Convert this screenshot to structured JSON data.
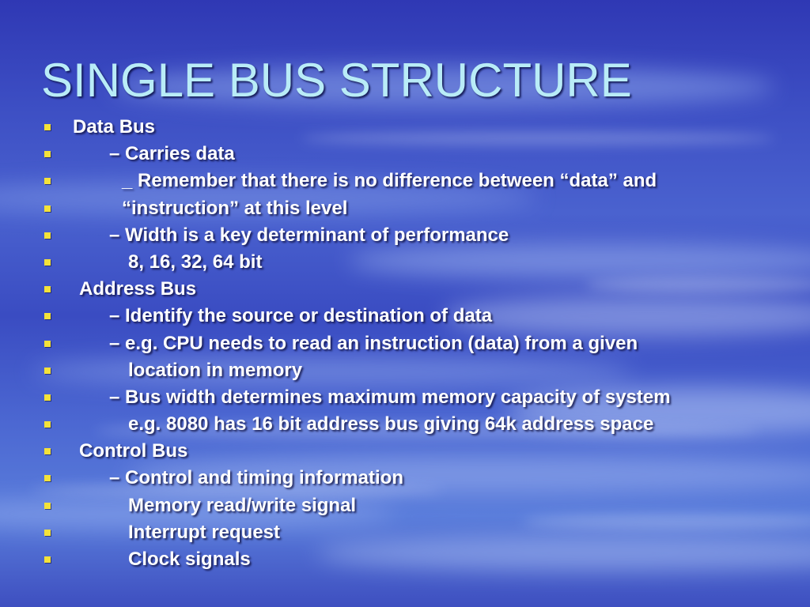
{
  "slide": {
    "title": "SINGLE BUS STRUCTURE",
    "bullet_color": "#f4e23a",
    "title_color": "#b9ecf7",
    "text_color": "#ffffff",
    "items": [
      {
        "text": "Data Bus"
      },
      {
        "text": "– Carries data"
      },
      {
        "text": "_ Remember that there is no difference between “data” and"
      },
      {
        "text": "“instruction” at this level"
      },
      {
        "text": "– Width is a key determinant of performance"
      },
      {
        "text": "8, 16, 32, 64 bit"
      },
      {
        "text": "Address Bus"
      },
      {
        "text": "– Identify the source or destination of data"
      },
      {
        "text": "– e.g. CPU needs to read an instruction (data) from a given"
      },
      {
        "text": "location in memory"
      },
      {
        "text": "– Bus width determines maximum memory capacity of system"
      },
      {
        "text": "e.g. 8080 has 16 bit address bus giving 64k address space"
      },
      {
        "text": "Control Bus"
      },
      {
        "text": "– Control and timing information"
      },
      {
        "text": "Memory read/write signal"
      },
      {
        "text": "Interrupt request"
      },
      {
        "text": "Clock signals"
      }
    ]
  }
}
